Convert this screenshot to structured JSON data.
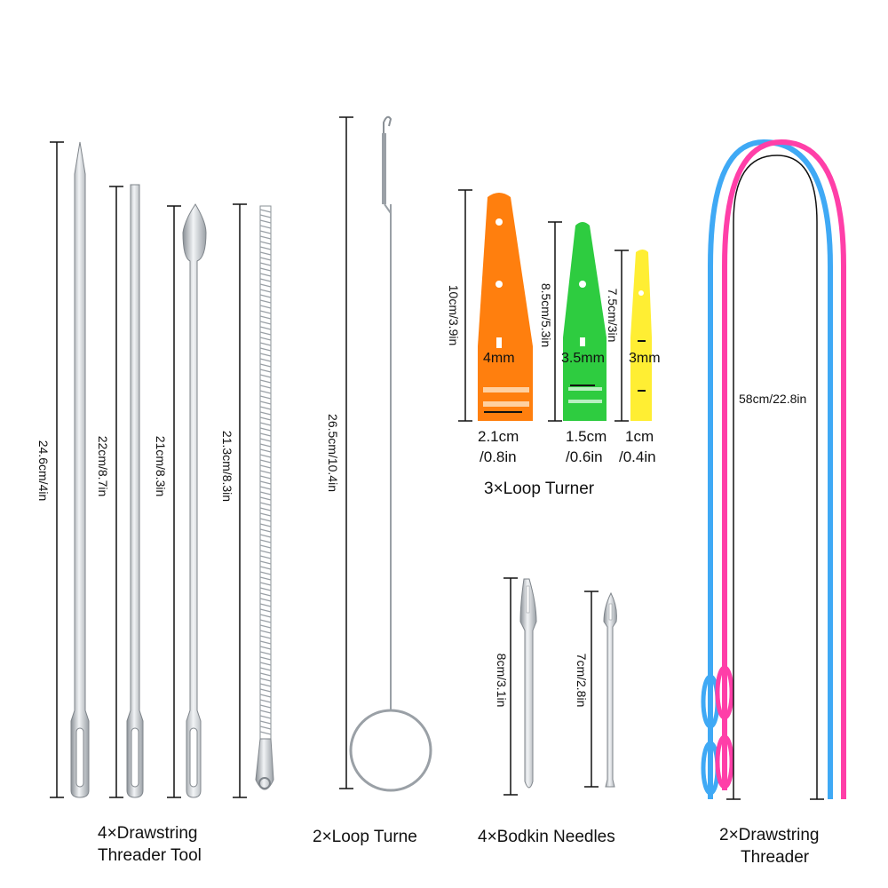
{
  "colors": {
    "metal": "#c9ced3",
    "metal_dark": "#8a9096",
    "orange": "#ff7f0e",
    "green": "#2ecc40",
    "yellow": "#ffee33",
    "blue": "#3fa9f5",
    "pink": "#ff3fa8",
    "line": "#111111"
  },
  "threader_tool": {
    "dims": [
      "24.6cm/4in",
      "22cm/8.7in",
      "21cm/8.3in",
      "21.3cm/8.3in"
    ],
    "caption_line1": "4×Drawstring",
    "caption_line2": "Threader Tool"
  },
  "loop_turne": {
    "dim": "26.5cm/10.4in",
    "caption": "2×Loop Turne"
  },
  "loop_turner": {
    "items": [
      {
        "height": "10cm/3.9in",
        "mm": "4mm",
        "width1": "2.1cm",
        "width2": "/0.8in"
      },
      {
        "height": "8.5cm/5.3in",
        "mm": "3.5mm",
        "width1": "1.5cm",
        "width2": "/0.6in"
      },
      {
        "height": "7.5cm/3in",
        "mm": "3mm",
        "width1": "1cm",
        "width2": "/0.4in"
      }
    ],
    "caption": "3×Loop Turner"
  },
  "bodkin": {
    "dims": [
      "8cm/3.1in",
      "7cm/2.8in"
    ],
    "caption": "4×Bodkin Needles"
  },
  "drawstring_threader": {
    "dim": "58cm/22.8in",
    "caption_line1": "2×Drawstring",
    "caption_line2": "Threader"
  }
}
